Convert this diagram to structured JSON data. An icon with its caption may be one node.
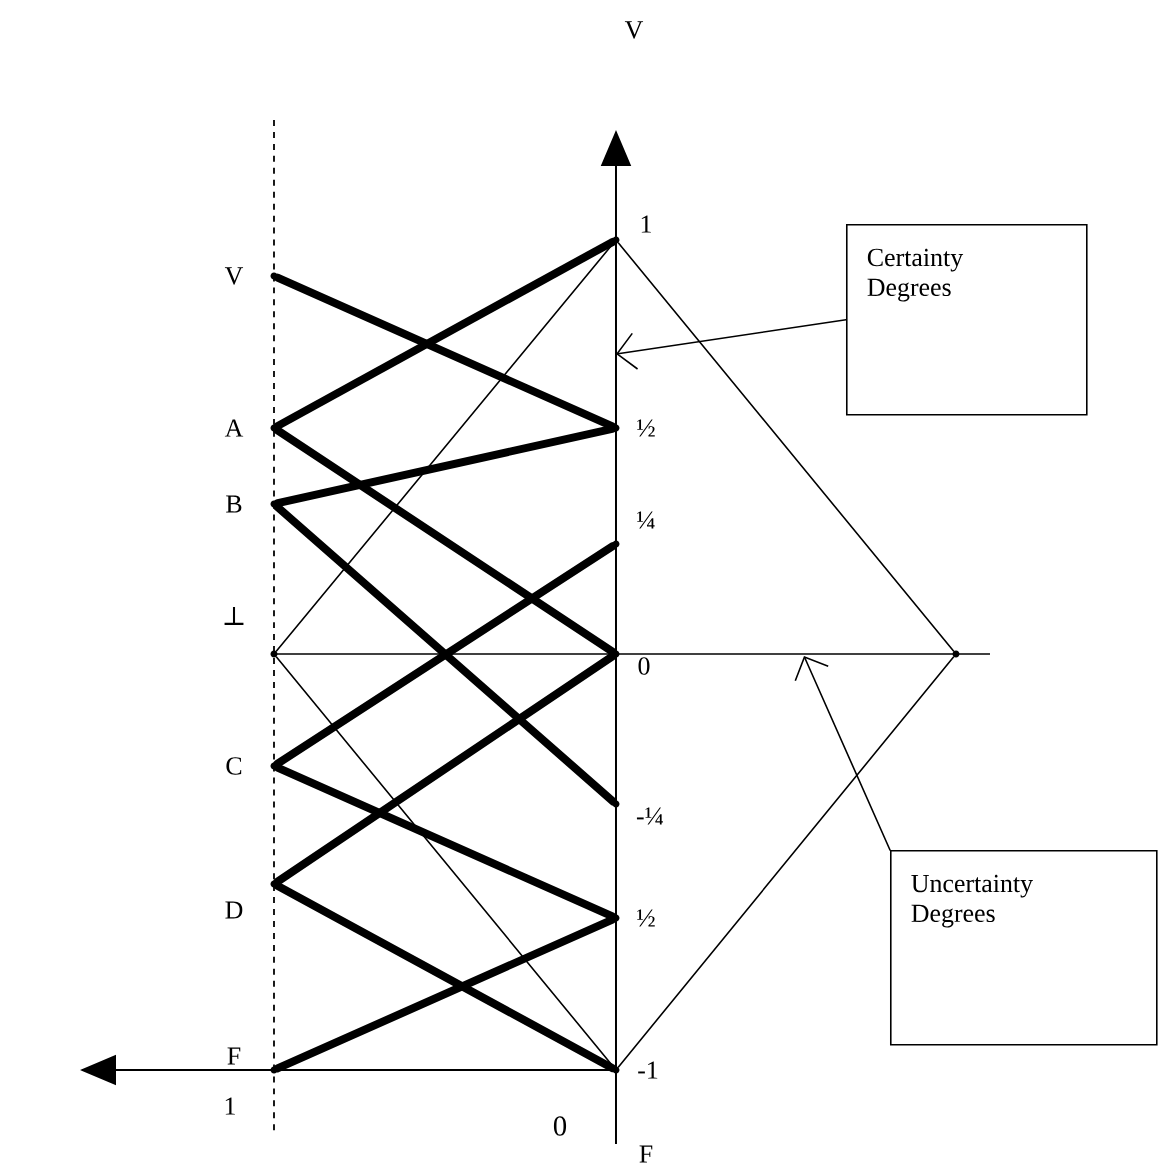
{
  "diagram": {
    "nodes": [
      {
        "text": [],
        "shape": "point",
        "beside": [
          "V"
        ]
      },
      {
        "text": [],
        "shape": "point",
        "beside": [
          "A"
        ]
      },
      {
        "text": [],
        "shape": "point",
        "beside": [
          "B"
        ]
      },
      {
        "text": [],
        "shape": "point",
        "beside": [
          "⊥"
        ]
      },
      {
        "text": [],
        "shape": "point",
        "beside": [
          "C"
        ]
      },
      {
        "text": [],
        "shape": "point",
        "beside": [
          "D"
        ]
      },
      {
        "text": [],
        "shape": "point",
        "beside": [
          "F"
        ]
      },
      {
        "text": [],
        "shape": "point",
        "beside": [
          "1"
        ]
      },
      {
        "text": [],
        "shape": "point",
        "beside": [
          "½"
        ]
      },
      {
        "text": [],
        "shape": "point",
        "beside": [
          "¼"
        ]
      },
      {
        "text": [],
        "shape": "point",
        "beside": [
          "0"
        ]
      },
      {
        "text": [],
        "shape": "point",
        "beside": [
          "-¼"
        ]
      },
      {
        "text": [],
        "shape": "point",
        "beside": [
          "½"
        ]
      },
      {
        "text": [],
        "shape": "point",
        "beside": [
          "-1"
        ]
      },
      {
        "text": [],
        "shape": "point"
      },
      {
        "text": [
          "Certainty Degrees"
        ]
      },
      {
        "text": [
          "Uncertainty Degrees"
        ]
      }
    ],
    "edges": [
      {
        "from": 0,
        "to": 8,
        "arrow": "none"
      },
      {
        "from": 1,
        "to": 7,
        "arrow": "none"
      },
      {
        "from": 1,
        "to": 10,
        "arrow": "none"
      },
      {
        "from": 2,
        "to": 8,
        "arrow": "none"
      },
      {
        "from": 2,
        "to": 11,
        "arrow": "none"
      },
      {
        "from": 4,
        "to": 9,
        "arrow": "none"
      },
      {
        "from": 4,
        "to": 12,
        "arrow": "none"
      },
      {
        "from": 5,
        "to": 10,
        "arrow": "none"
      },
      {
        "from": 5,
        "to": 13,
        "arrow": "none"
      },
      {
        "from": 6,
        "to": 12,
        "arrow": "none"
      },
      {
        "from": 3,
        "to": 7,
        "arrow": "none"
      },
      {
        "from": 3,
        "to": 13,
        "arrow": "none"
      },
      {
        "from": 7,
        "to": 14,
        "arrow": "none"
      },
      {
        "from": 14,
        "to": 13,
        "arrow": "none"
      },
      {
        "from": 15,
        "to": null,
        "arrow": "to"
      },
      {
        "from": 16,
        "to": null,
        "arrow": "to"
      }
    ],
    "labels": [
      "V",
      "1",
      "0",
      "F"
    ]
  }
}
